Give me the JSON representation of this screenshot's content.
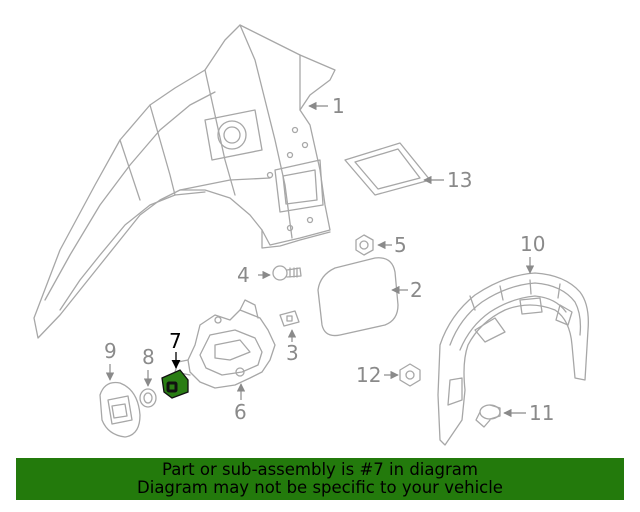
{
  "diagram": {
    "callouts": {
      "c1": "1",
      "c2": "2",
      "c3": "3",
      "c4": "4",
      "c5": "5",
      "c6": "6",
      "c7": "7",
      "c8": "8",
      "c9": "9",
      "c10": "10",
      "c11": "11",
      "c12": "12",
      "c13": "13"
    },
    "highlighted_part": "7",
    "highlight_color": "#2a7d14"
  },
  "banner": {
    "line1": "Part or sub-assembly is #7 in diagram",
    "line2": "Diagram may not be specific to your vehicle",
    "background": "#237a0c"
  }
}
